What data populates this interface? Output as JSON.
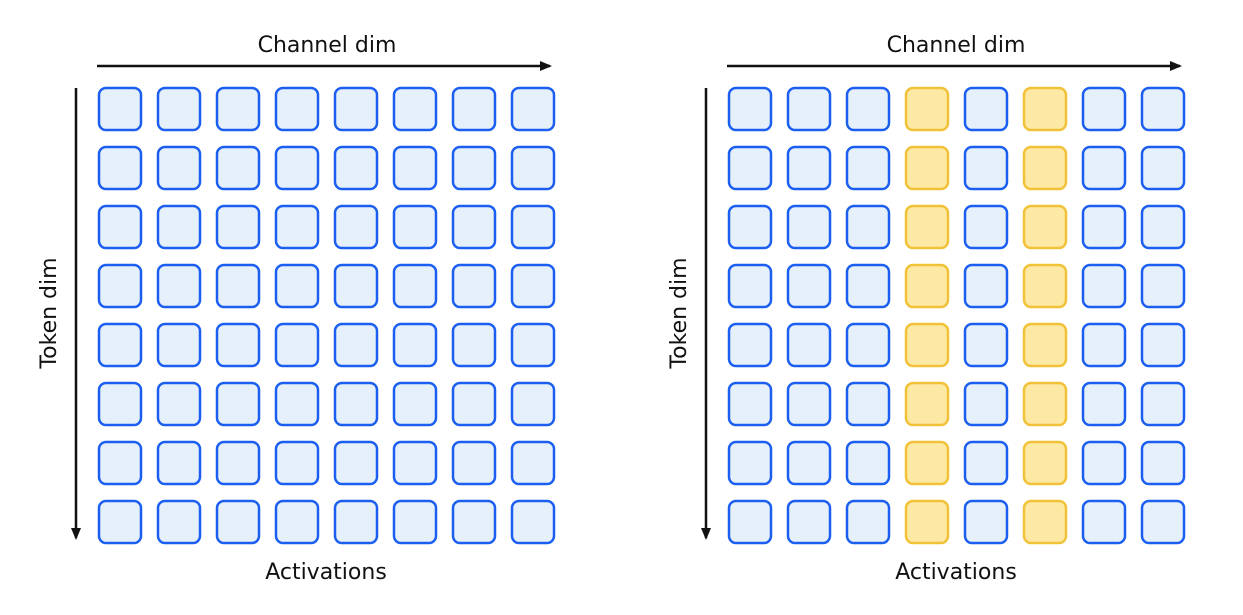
{
  "panels": [
    {
      "x_axis_label": "Channel dim",
      "y_axis_label": "Token dim",
      "caption": "Activations",
      "rows": 8,
      "cols": 8,
      "highlighted_columns": []
    },
    {
      "x_axis_label": "Channel dim",
      "y_axis_label": "Token dim",
      "caption": "Activations",
      "rows": 8,
      "cols": 8,
      "highlighted_columns": [
        3,
        5
      ]
    }
  ],
  "colors": {
    "cell_fill": "#e6f0fb",
    "cell_stroke": "#1c5ff0",
    "highlight_fill": "#fde9a3",
    "highlight_stroke": "#f1c238",
    "arrow": "#111111",
    "text": "#111111"
  }
}
